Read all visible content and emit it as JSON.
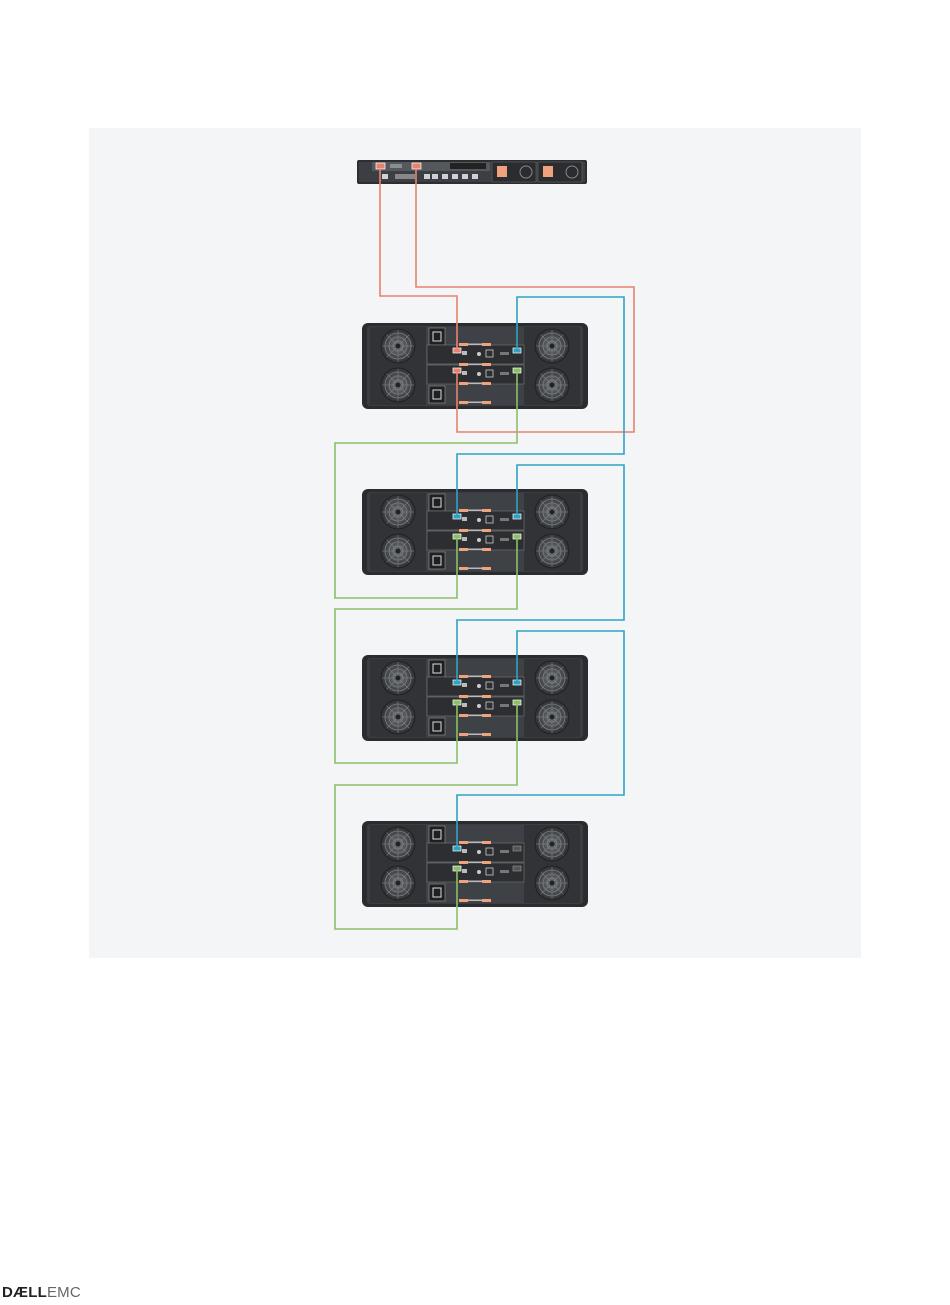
{
  "page": {
    "background": "#ffffff",
    "panel_color": "#f4f5f6"
  },
  "devices": {
    "server": {
      "name": "server-1u",
      "ports": 2
    },
    "enclosures": [
      {
        "id": 1,
        "controllers": 2
      },
      {
        "id": 2,
        "controllers": 2
      },
      {
        "id": 3,
        "controllers": 2
      },
      {
        "id": 4,
        "controllers": 2
      }
    ]
  },
  "cables": [
    {
      "name": "server-port1-to-enclosure1-controller1",
      "color": "#e8826e"
    },
    {
      "name": "server-port2-to-enclosure1-controller2",
      "color": "#e8826e"
    },
    {
      "name": "enclosure1-to-enclosure2-blue",
      "color": "#2ea3c4"
    },
    {
      "name": "enclosure1-to-enclosure2-green",
      "color": "#8cc068"
    },
    {
      "name": "enclosure2-to-enclosure3-blue",
      "color": "#2ea3c4"
    },
    {
      "name": "enclosure2-to-enclosure3-green",
      "color": "#8cc068"
    },
    {
      "name": "enclosure3-to-enclosure4-blue",
      "color": "#2ea3c4"
    },
    {
      "name": "enclosure3-to-enclosure4-green",
      "color": "#8cc068"
    }
  ],
  "colors": {
    "red_cable": "#e8826e",
    "blue_cable": "#2ea3c4",
    "green_cable": "#8cc068",
    "chassis": "#3a3d41",
    "chassis_dark": "#2a2c2f",
    "port_orange": "#f0a27c"
  },
  "footer": {
    "brand": "DÆLL",
    "sub": "EMC"
  }
}
